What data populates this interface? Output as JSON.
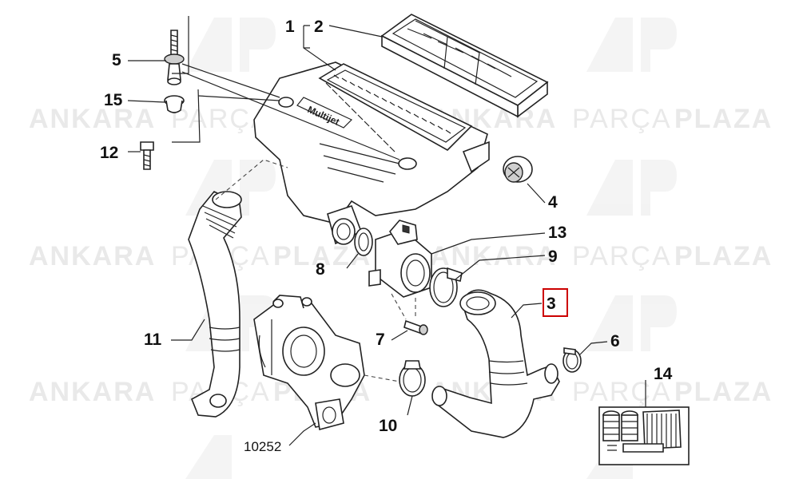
{
  "watermark": {
    "brand_a": "ANKARA",
    "brand_b": "PARÇA",
    "brand_c": "PLAZA",
    "logo": "AP"
  },
  "callouts": {
    "c1": "1",
    "c2": "2",
    "c3": "3",
    "c4": "4",
    "c5": "5",
    "c6": "6",
    "c7": "7",
    "c8": "8",
    "c9": "9",
    "c10": "10",
    "c11": "11",
    "c12": "12",
    "c13": "13",
    "c14": "14",
    "c15": "15",
    "ref": "10252"
  },
  "cover_text": "Multijet",
  "colors": {
    "highlight_box": "#cc0000",
    "watermark": "#e9e9e9",
    "line": "#222222"
  }
}
